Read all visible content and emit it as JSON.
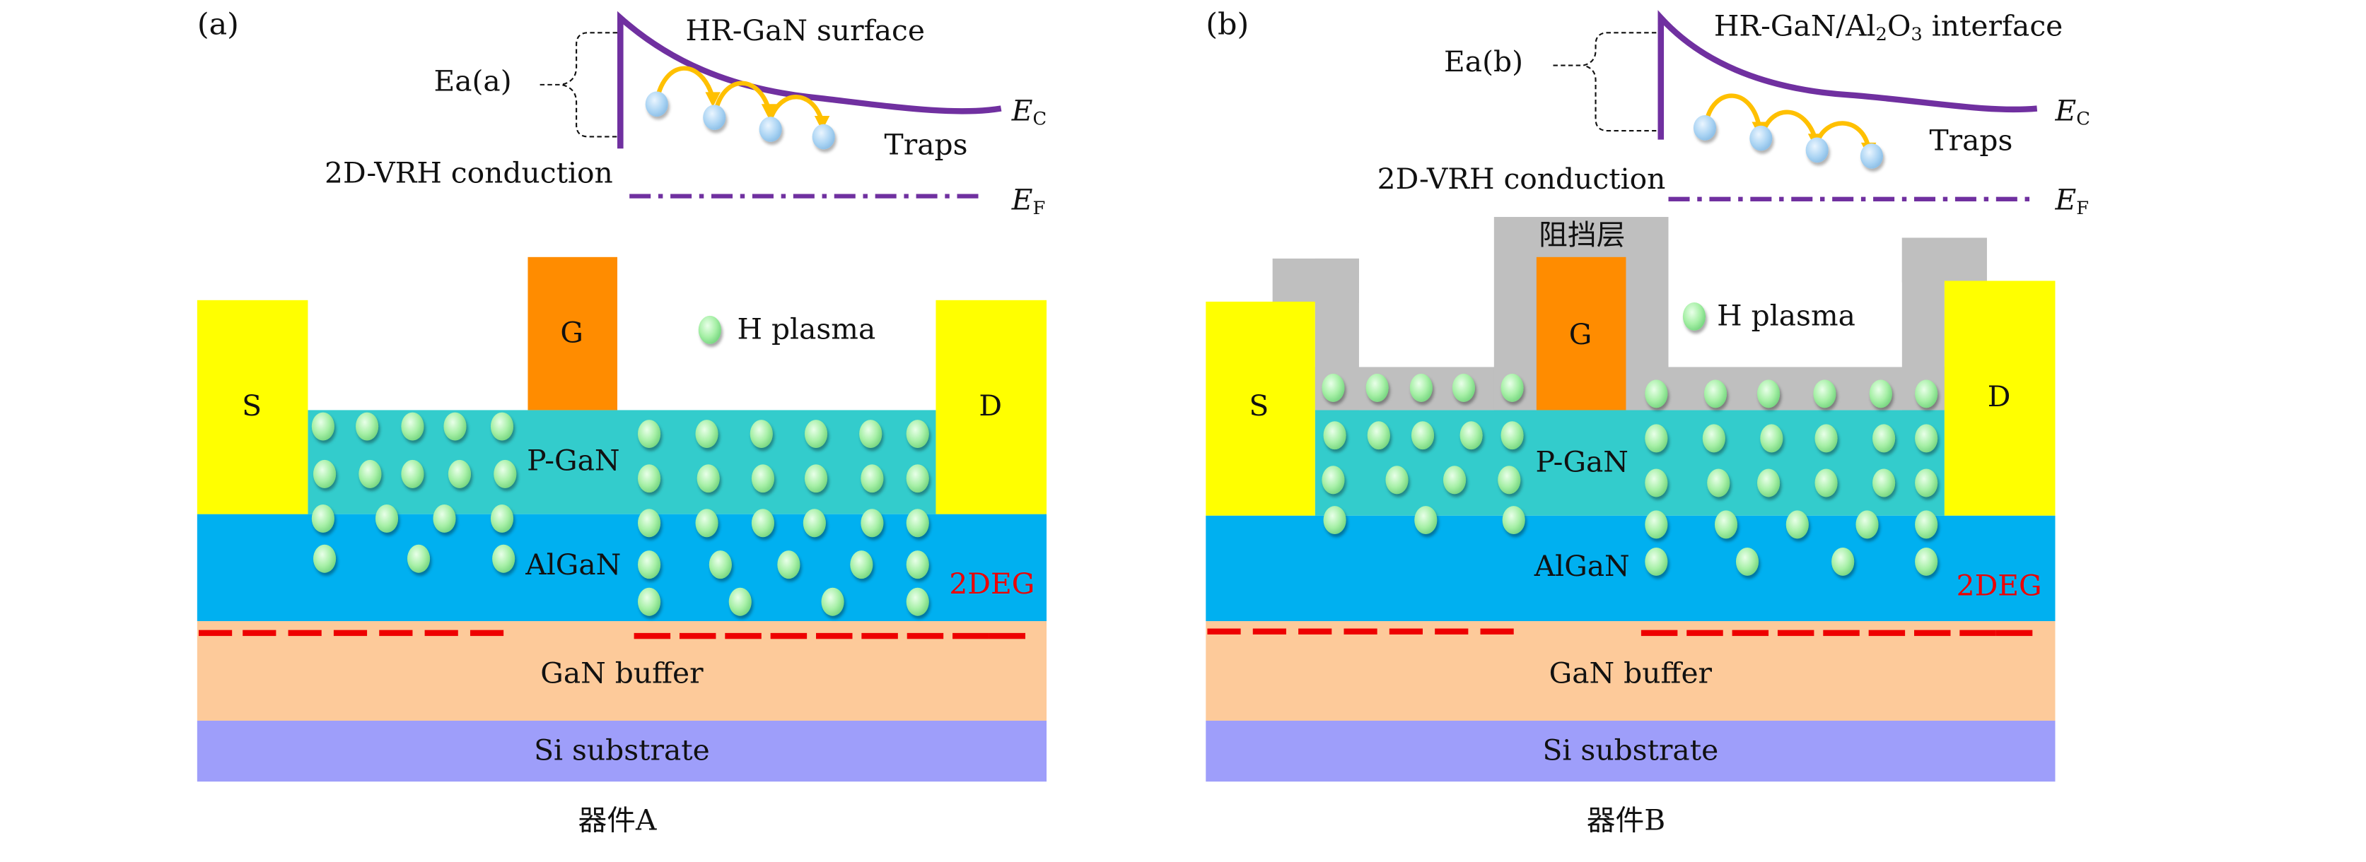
{
  "figure": {
    "panels": [
      {
        "id": "a",
        "panel_label": "(a)",
        "band_diagram": {
          "title": "HR-GaN surface",
          "activation_energy_label": "Ea(a)",
          "conduction_band_label": "E",
          "conduction_band_sub": "C",
          "fermi_level_label": "E",
          "fermi_level_sub": "F",
          "traps_label": "Traps",
          "mechanism_label": "2D-VRH conduction",
          "trap_count": 4
        },
        "device": {
          "source_label": "S",
          "gate_label": "G",
          "drain_label": "D",
          "legend_label": "H plasma",
          "layers": {
            "p_gan": "P-GaN",
            "algan": "AlGaN",
            "twodeg": "2DEG",
            "buffer": "GaN buffer",
            "substrate": "Si substrate"
          },
          "has_barrier_layer": false
        },
        "caption": "器件A"
      },
      {
        "id": "b",
        "panel_label": "(b)",
        "band_diagram": {
          "title_prefix": "HR-GaN/Al",
          "title_sub1": "2",
          "title_mid": "O",
          "title_sub2": "3",
          "title_suffix": " interface",
          "activation_energy_label": "Ea(b)",
          "conduction_band_label": "E",
          "conduction_band_sub": "C",
          "fermi_level_label": "E",
          "fermi_level_sub": "F",
          "traps_label": "Traps",
          "mechanism_label": "2D-VRH conduction",
          "trap_count": 4
        },
        "device": {
          "source_label": "S",
          "gate_label": "G",
          "drain_label": "D",
          "legend_label": "H plasma",
          "barrier_label": "阻挡层",
          "layers": {
            "p_gan": "P-GaN",
            "algan": "AlGaN",
            "twodeg": "2DEG",
            "buffer": "GaN buffer",
            "substrate": "Si substrate"
          },
          "has_barrier_layer": true
        },
        "caption": "器件B"
      }
    ],
    "colors": {
      "contact_source_drain": "#ffff00",
      "gate": "#ff8c00",
      "p_gan": "#33cccc",
      "algan": "#00b0f0",
      "gan_buffer": "#fdca9a",
      "si_substrate": "#9e9efa",
      "barrier_layer": "#bfbfbf",
      "band_line": "#7030a0",
      "hop_arrow": "#ffc000",
      "twodeg": "#ee0000"
    }
  }
}
